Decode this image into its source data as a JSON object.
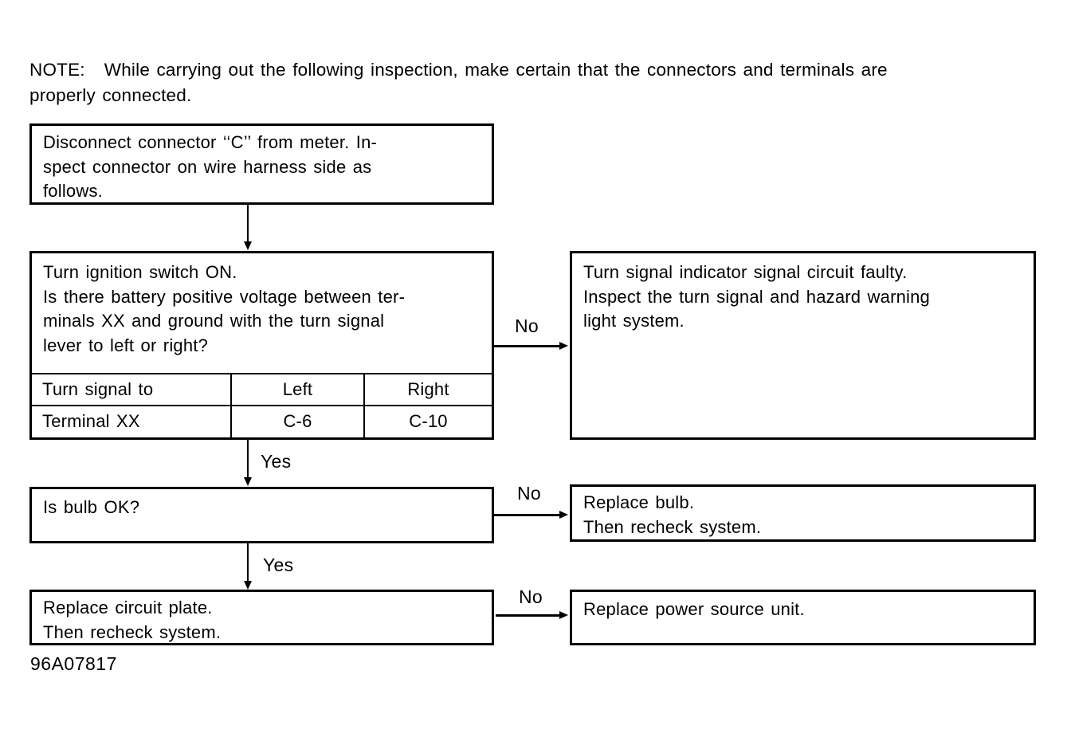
{
  "note": {
    "label": "NOTE:",
    "line1": "While carrying out the following inspection, make certain that the connectors and terminals are",
    "line2": "properly connected."
  },
  "flow": {
    "box1": {
      "lines": [
        "Disconnect connector ‘‘C’’ from meter. In-",
        "spect connector on wire harness side as",
        "follows."
      ]
    },
    "box2": {
      "lines": [
        "Turn ignition switch ON.",
        "Is there battery positive voltage between ter-",
        "minals XX and ground with the turn signal",
        "lever to left or right?"
      ],
      "table": {
        "header": [
          "Turn signal to",
          "Left",
          "Right"
        ],
        "row": [
          "Terminal XX",
          "C-6",
          "C-10"
        ]
      }
    },
    "rbox1": {
      "lines": [
        "Turn signal indicator signal circuit faulty.",
        "Inspect the turn signal and hazard warning",
        "light system."
      ]
    },
    "box3": {
      "lines": [
        "Is bulb OK?"
      ]
    },
    "rbox2": {
      "lines": [
        "Replace bulb.",
        "Then recheck system."
      ]
    },
    "box4": {
      "lines": [
        "Replace circuit plate.",
        "Then recheck system."
      ]
    },
    "rbox3": {
      "lines": [
        "Replace power source unit."
      ]
    },
    "labels": {
      "yes1": "Yes",
      "no1": "No",
      "yes2": "Yes",
      "no2": "No",
      "no3": "No"
    }
  },
  "footer": {
    "code": "96A07817"
  },
  "colors": {
    "ink": "#000000",
    "paper": "#ffffff"
  }
}
